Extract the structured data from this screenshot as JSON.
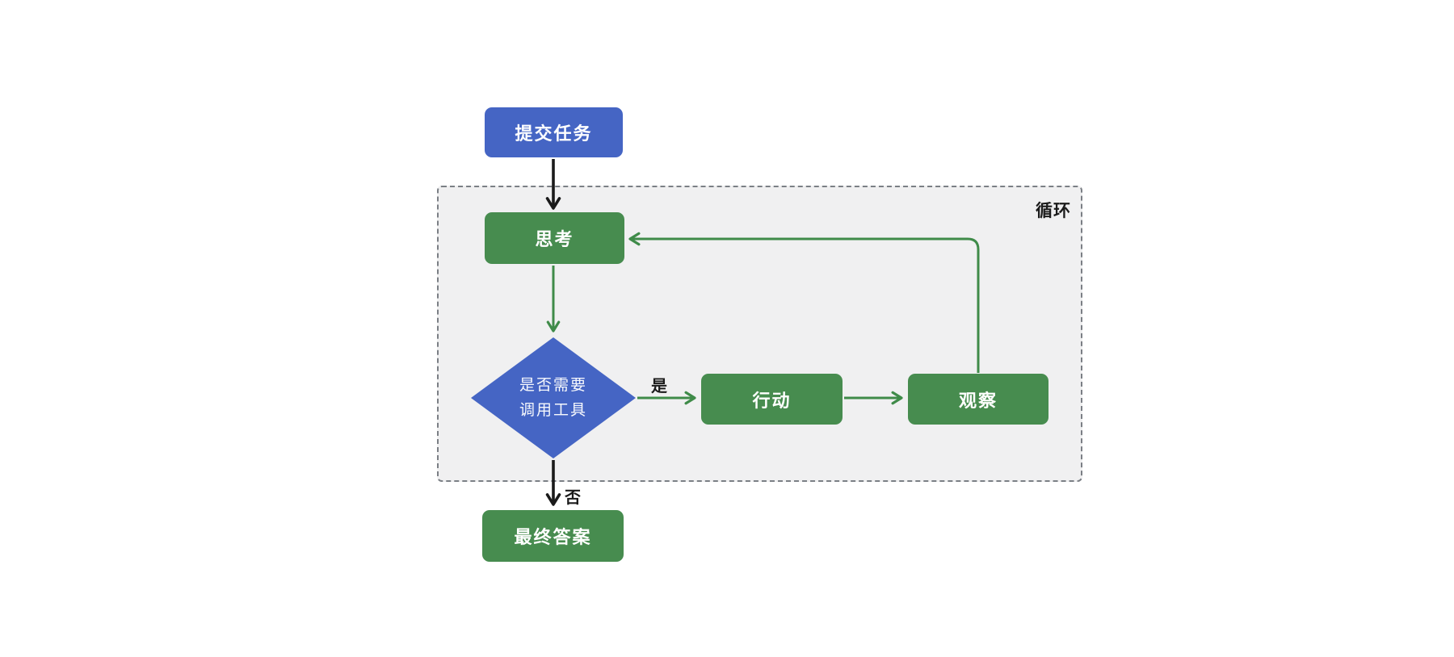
{
  "diagram": {
    "type": "flowchart",
    "title": "agent-react-loop",
    "loop_container": {
      "label": "循环",
      "fill": "#f0f0f1",
      "border_color": "#7b7f85",
      "border_style": "dashed"
    },
    "nodes": {
      "submit_task": {
        "label": "提交任务",
        "shape": "rounded-rect",
        "fill": "#4565c4",
        "text_color": "#ffffff"
      },
      "think": {
        "label": "思考",
        "shape": "rounded-rect",
        "fill": "#478c4f",
        "text_color": "#ffffff"
      },
      "decision": {
        "label_line1": "是否需要",
        "label_line2": "调用工具",
        "shape": "diamond",
        "fill": "#4565c4",
        "text_color": "#ffffff"
      },
      "action": {
        "label": "行动",
        "shape": "rounded-rect",
        "fill": "#478c4f",
        "text_color": "#ffffff"
      },
      "observe": {
        "label": "观察",
        "shape": "rounded-rect",
        "fill": "#478c4f",
        "text_color": "#ffffff"
      },
      "final_answer": {
        "label": "最终答案",
        "shape": "rounded-rect",
        "fill": "#478c4f",
        "text_color": "#ffffff"
      }
    },
    "edges": [
      {
        "from": "submit_task",
        "to": "think",
        "color": "#1a1a1a",
        "label": ""
      },
      {
        "from": "think",
        "to": "decision",
        "color": "#3f8b49",
        "label": ""
      },
      {
        "from": "decision",
        "to": "action",
        "color": "#3f8b49",
        "label": "是"
      },
      {
        "from": "action",
        "to": "observe",
        "color": "#3f8b49",
        "label": ""
      },
      {
        "from": "observe",
        "to": "think",
        "color": "#3f8b49",
        "label": ""
      },
      {
        "from": "decision",
        "to": "final_answer",
        "color": "#1a1a1a",
        "label": "否"
      }
    ],
    "edge_labels": {
      "yes": "是",
      "no": "否"
    }
  }
}
